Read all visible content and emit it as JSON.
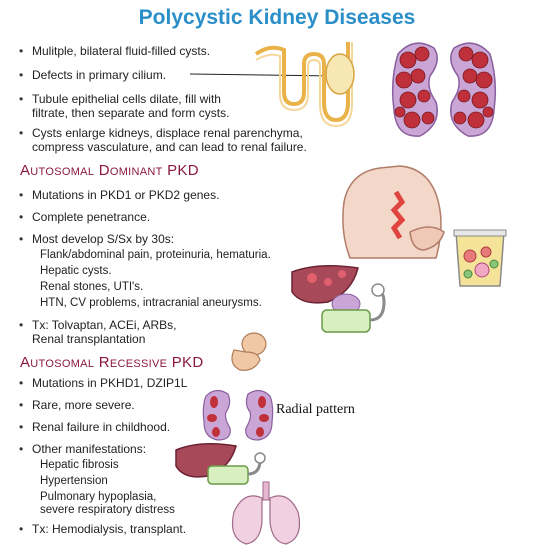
{
  "title": "Polycystic Kidney Diseases",
  "intro": [
    "Mulitple, bilateral fluid-filled cysts.",
    "Defects in primary cilium.",
    "Tubule epithelial cells dilate, fill with",
    "filtrate, then separate and form cysts.",
    "Cysts enlarge kidneys, displace renal parenchyma,",
    "compress vasculature, and can lead to renal failure."
  ],
  "adpkd": {
    "heading": "Autosomal Dominant PKD",
    "items": [
      "Mutations in PKD1 or PKD2 genes.",
      "Complete penetrance.",
      "Most develop S/Sx by 30s:",
      "Tx: Tolvaptan, ACEi, ARBs,",
      "Renal transplantation"
    ],
    "subitems": [
      "Flank/abdominal pain, proteinuria, hematuria.",
      "Hepatic cysts.",
      "Renal stones, UTI's.",
      "HTN, CV problems, intracranial aneurysms."
    ]
  },
  "arpkd": {
    "heading": "Autosomal Recessive PKD",
    "items": [
      "Mutations in PKHD1, DZIP1L",
      "Rare, more severe.",
      "Renal failure in childhood.",
      "Other manifestations:",
      "Tx: Hemodialysis, transplant."
    ],
    "subitems": [
      "Hepatic fibrosis",
      "Hypertension",
      "Pulmonary hypoplasia,",
      "severe respiratory distress"
    ],
    "radial_label": "Radial pattern"
  },
  "colors": {
    "title": "#2a8fc8",
    "heading": "#8b1a3c",
    "cyst": "#c0303a",
    "kidney": "#c9a6d6",
    "tubule": "#e9b34a",
    "liver": "#a8495a"
  },
  "icons": [
    "tubule-icon",
    "kidney-cysts-icon",
    "patient-back-icon",
    "urine-cup-icon",
    "liver-kidney-icon",
    "fetus-icon",
    "radial-kidney-icon",
    "lungs-icon"
  ]
}
